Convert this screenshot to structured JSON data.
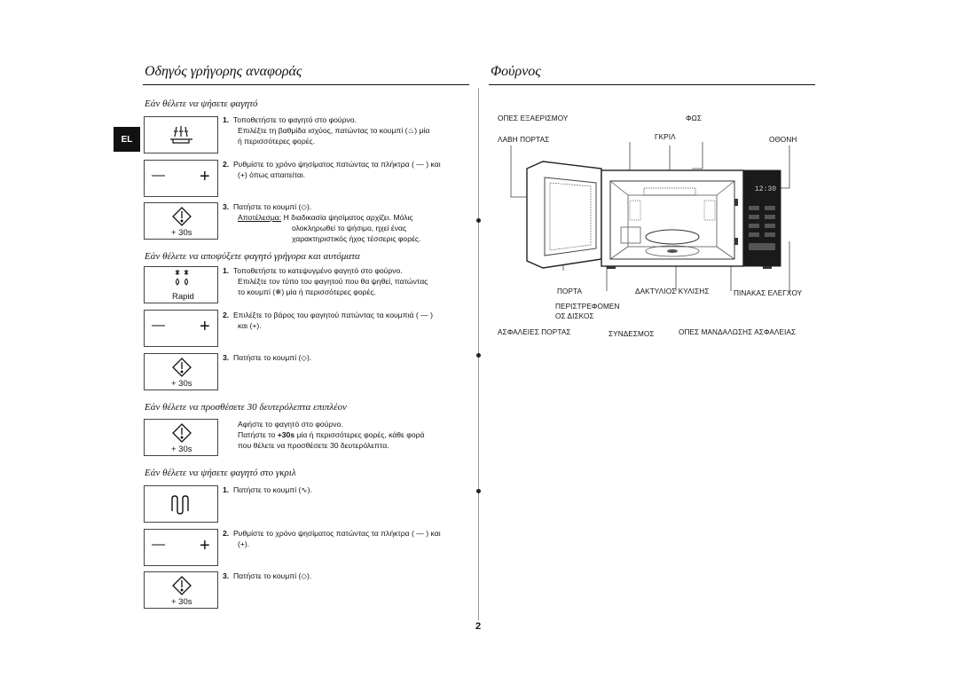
{
  "lang_tab": "EL",
  "left": {
    "heading": "Οδηγός γρήγορης αναφοράς",
    "sections": {
      "reheat": {
        "title": "Εάν θέλετε να ψήσετε φαγητό",
        "step1_num": "1.",
        "step1_a": "Τοποθετήστε το φαγητό στο φούρνο.",
        "step1_b": "Επιλέξτε τη βαθμίδα ισχύος, πατώντας το κουμπί (",
        "step1_b2": ") μία",
        "step1_c": "ή περισσότερες φορές.",
        "step2_num": "2.",
        "step2_a": "Ρυθμίστε το χρόνο ψησίματος πατώντας τα πλήκτρα (",
        "step2_a2": ") και",
        "step2_b": "(",
        "step2_b2": ") όπως απαιτείται.",
        "step3_num": "3.",
        "step3_a": "Πατήστε το κουμπί (",
        "step3_a2": ").",
        "result_label": "Αποτέλεσμα:",
        "result_a": "Η διαδικασία ψησίματος αρχίζει. Μόλις",
        "result_b": "ολοκληρωθεί το ψήσιμο, ηχεί ένας",
        "result_c": "χαρακτηριστικός ήχος τέσσερις φορές."
      },
      "defrost": {
        "title": "Εάν θέλετε να αποψύξετε φαγητό γρήγορα και αυτόματα",
        "step1_num": "1.",
        "step1_a": "Τοποθετήστε το κατεψυγμένο φαγητό στο φούρνο.",
        "step1_b": "Επιλέξτε τον τύπο του φαγητού που θα ψηθεί, πατώντας",
        "step1_c": "το κουμπί (",
        "step1_c2": ") μία ή περισσότερες φορές.",
        "step2_num": "2.",
        "step2_a": "Επιλέξτε το βάρος του φαγητού πατώντας τα κουμπιά (",
        "step2_a2": ")",
        "step2_b": "και (",
        "step2_b2": ").",
        "step3_num": "3.",
        "step3_a": "Πατήστε το κουμπί (",
        "step3_a2": ").",
        "rapid": "Rapid"
      },
      "add30": {
        "title": "Εάν θέλετε να προσθέσετε 30 δευτερόλεπτα επιπλέον",
        "a": "Αφήστε το φαγητό στο φούρνο.",
        "b1": "Πατήστε το ",
        "b_bold": "+30s",
        "b2": " μία ή περισσότερες φορές, κάθε φορά",
        "c": "που θέλετε να προσθέσετε 30 δευτερόλεπτα."
      },
      "grill": {
        "title": "Εάν θέλετε να ψήσετε φαγητό στο γκριλ",
        "step1_num": "1.",
        "step1_a": "Πατήστε το κουμπί (",
        "step1_a2": ").",
        "step2_num": "2.",
        "step2_a": "Ρυθμίστε το χρόνο ψησίματος πατώντας τα πλήκτρα (",
        "step2_a2": ") και",
        "step2_b": "(",
        "step2_b2": ").",
        "step3_num": "3.",
        "step3_a": "Πατήστε το κουμπί (",
        "step3_a2": ")."
      }
    },
    "plus30": "+ 30s",
    "minus": "—",
    "plus": "+"
  },
  "right": {
    "heading": "Φούρνος",
    "labels": {
      "vents": "ΟΠΕΣ ΕΞΑΕΡΙΣΜΟΥ",
      "light": "ΦΩΣ",
      "handle": "ΛΑΒΗ ΠΟΡΤΑΣ",
      "grill": "ΓΚΡΙΛ",
      "display": "ΟΘΟΝΗ",
      "door": "ΠΟΡΤΑ",
      "roller": "ΔΑΚΤΥΛΙΟΣ ΚΥΛΙΣΗΣ",
      "panel": "ΠΙΝΑΚΑΣ ΕΛΕΓΧΟΥ",
      "coupler_a": "ΠΕΡΙΣΤΡΕΦΟΜΕΝ",
      "coupler_b": "ΟΣ ΔΙΣΚΟΣ",
      "latches": "ΑΣΦΑΛΕΙΕΣ ΠΟΡΤΑΣ",
      "coupler": "ΣΥΝΔΕΣΜΟΣ",
      "interlock": "ΟΠΕΣ ΜΑΝΔΑΛΩΣΗΣ ΑΣΦΑΛΕΙΑΣ"
    },
    "display_time": "12:30"
  },
  "page_number": "2"
}
